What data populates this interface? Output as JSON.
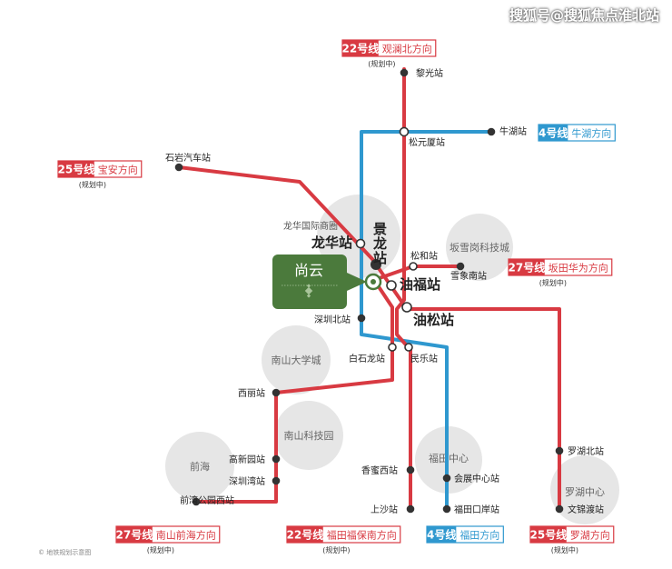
{
  "watermark": "搜狐号@搜狐焦点淮北站",
  "footnote": "© 地铁规划示意图",
  "colors": {
    "line_red": "#d83a42",
    "line_blue": "#2f98cf",
    "tag_red": "#d83a42",
    "tag_blue": "#2f98cf",
    "area_circle": "#e6e6e6",
    "project_box": "#4b7a3c"
  },
  "project": {
    "name": "尚云"
  },
  "areas": {
    "longhua": "龙华国际商圈",
    "bantian": "坂雪岗科技城",
    "nanshan_univ": "南山大学城",
    "nanshan_tech": "南山科技园",
    "qianhai": "前海",
    "futian": "福田中心",
    "luohu": "罗湖中心"
  },
  "line_tags": {
    "l22_north": {
      "line": "22号线",
      "direction": "观澜北方向",
      "note": "(规划中)"
    },
    "l4_east": {
      "line": "4号线",
      "direction": "牛湖方向",
      "note": ""
    },
    "l25_west": {
      "line": "25号线",
      "direction": "宝安方向",
      "note": "(规划中)"
    },
    "l27_east": {
      "line": "27号线",
      "direction": "坂田华为方向",
      "note": "(规划中)"
    },
    "l27_south": {
      "line": "27号线",
      "direction": "南山前海方向",
      "note": "(规划中)"
    },
    "l22_south": {
      "line": "22号线",
      "direction": "福田福保南方向",
      "note": "(规划中)"
    },
    "l4_south": {
      "line": "4号线",
      "direction": "福田方向",
      "note": ""
    },
    "l25_south": {
      "line": "25号线",
      "direction": "罗湖方向",
      "note": "(规划中)"
    }
  },
  "stations": {
    "liguang": "黎光站",
    "songyuansha": "松元厦站",
    "niuhu": "牛湖站",
    "shiyan": "石岩汽车站",
    "longhua": "龙华站",
    "jinglong": "景龙站",
    "songhe": "松和站",
    "xuexiangnan": "雪象南站",
    "youfu": "油福站",
    "yousong": "油松站",
    "shenzhenbei": "深圳北站",
    "baishilong": "白石龙站",
    "minle": "民乐站",
    "xili": "西丽站",
    "gaoxinyuan": "高新园站",
    "shenzhenwan": "深圳湾站",
    "qianwan": "前湾公园西站",
    "xiangmixi": "香蜜西站",
    "shangsha": "上沙站",
    "huizhan": "会展中心站",
    "futiankouan": "福田口岸站",
    "luohubei": "罗湖北站",
    "wenjindu": "文锦渡站"
  }
}
